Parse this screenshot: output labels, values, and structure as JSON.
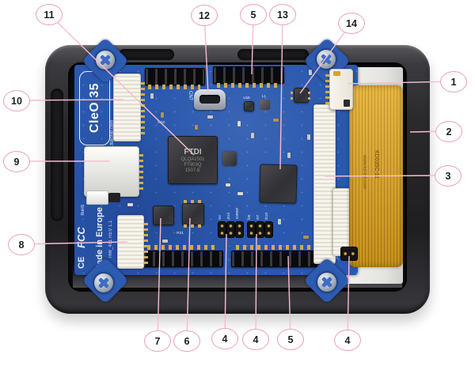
{
  "figure_title": "CleO 35 annotated board photo",
  "colors": {
    "callout_border_pink": "#eb9fbe",
    "leader_line_pink": "#f5bdd2",
    "pcb_blue": "#2a58ae",
    "flex_yellow": "#d9a426",
    "frame_dark": "#27272a",
    "background": "#ffffff"
  },
  "callouts": [
    {
      "label": "11"
    },
    {
      "label": "12"
    },
    {
      "label": "5"
    },
    {
      "label": "13"
    },
    {
      "label": "14"
    },
    {
      "label": "1"
    },
    {
      "label": "2"
    },
    {
      "label": "3"
    },
    {
      "label": "10"
    },
    {
      "label": "9"
    },
    {
      "label": "8"
    },
    {
      "label": "7"
    },
    {
      "label": "6"
    },
    {
      "label": "4"
    },
    {
      "label": "4"
    },
    {
      "label": "5"
    },
    {
      "label": "4"
    }
  ],
  "board": {
    "logo": "CleO 35",
    "logo_site": "www.ftdichip.com",
    "chip": {
      "brand": "FTDI",
      "line1": "QLQA1501",
      "line2": "FT903Q",
      "line3": "1507-E"
    },
    "made_in": "Made in Europe",
    "hw_rev": "HW_451 REV 1.1",
    "cert_ce": "CE",
    "cert_fcc": "FCC",
    "cert_rohs": "RoHS",
    "flex": {
      "model": "KD035C-11",
      "site": "www.kd-lcd.com"
    },
    "refs": {
      "usb": "CN7",
      "cn12": "CN12",
      "r21": "R21",
      "c18": "C18",
      "u15": "U15",
      "l1": "L1"
    },
    "jumpers": {
      "power": [
        "5V",
        "3V3",
        "IOREF"
      ],
      "digital": [
        "D5",
        "D7",
        "D10"
      ]
    }
  }
}
